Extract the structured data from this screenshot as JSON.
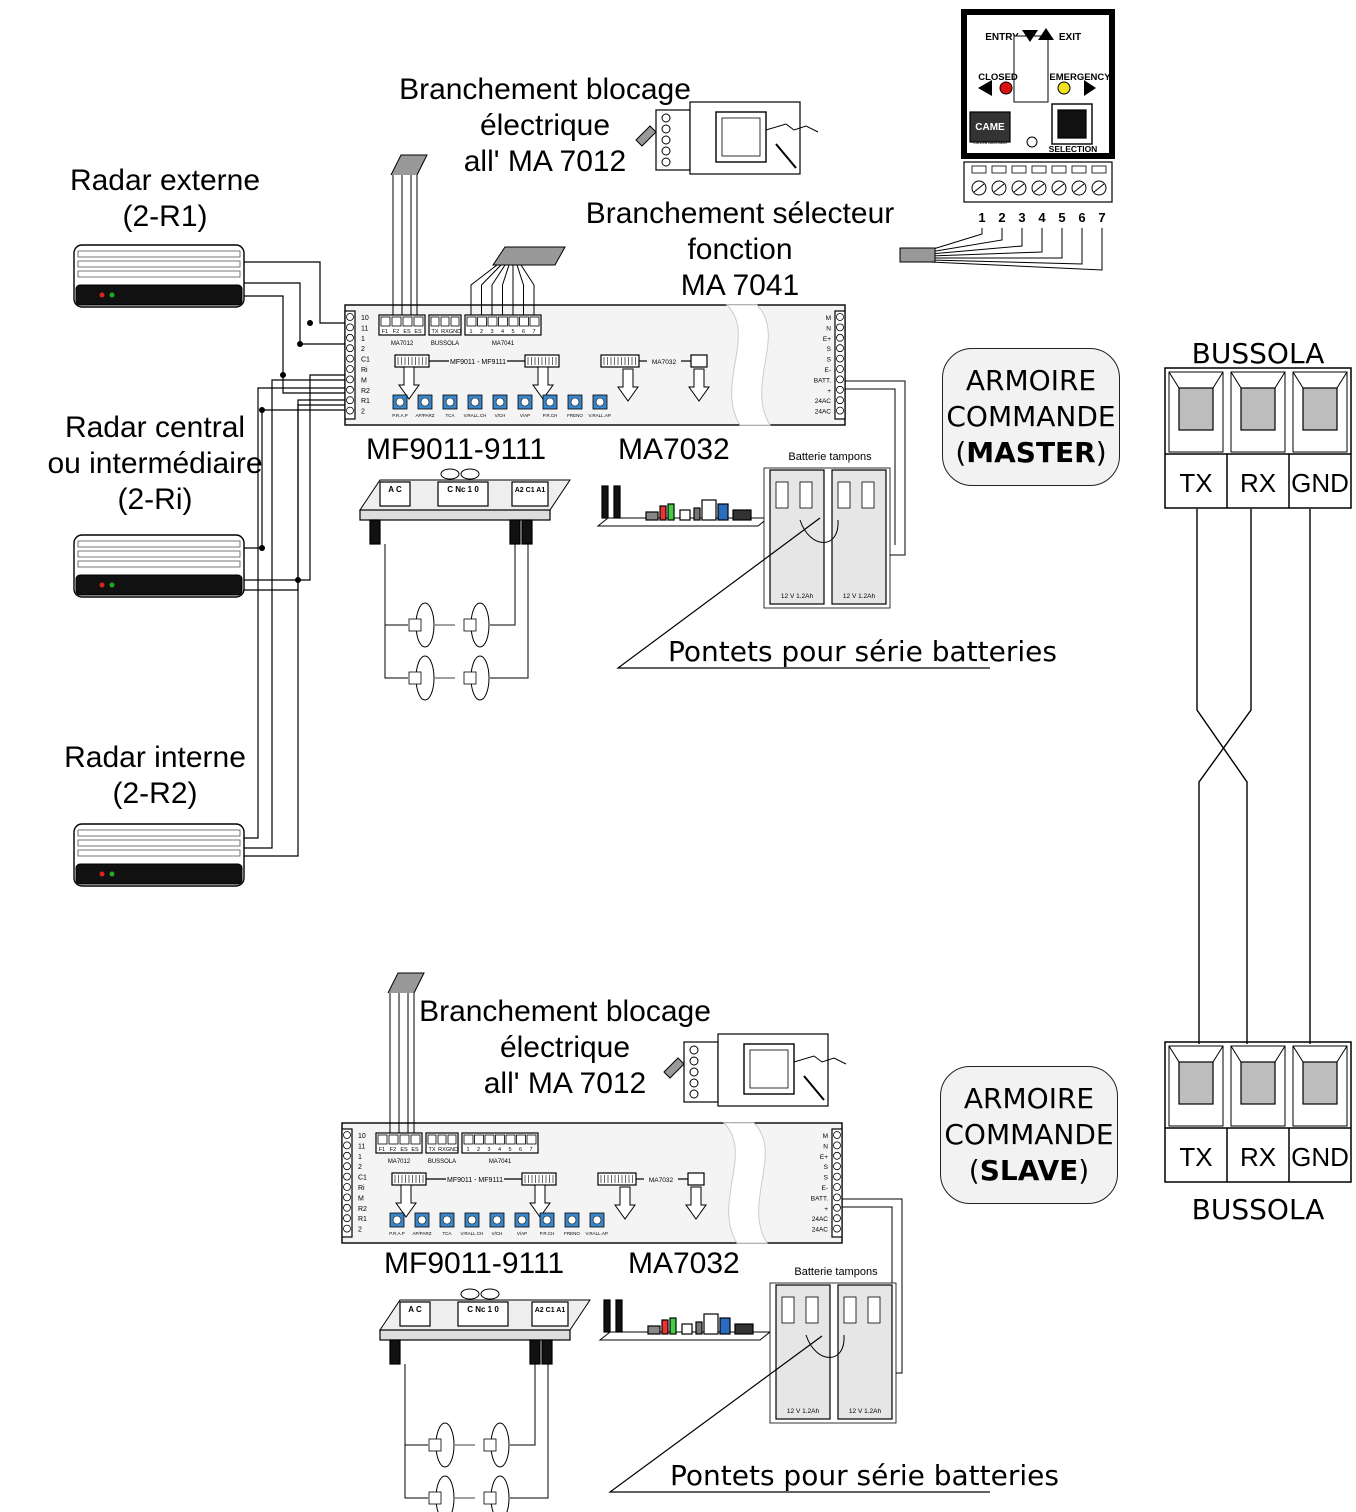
{
  "radars": {
    "externe": [
      "Radar externe",
      "(2-R1)"
    ],
    "central": [
      "Radar central",
      "ou intermédiaire",
      "(2-Ri)"
    ],
    "interne": [
      "Radar interne",
      "(2-R2)"
    ]
  },
  "master": {
    "blocage": [
      "Branchement blocage",
      "électrique",
      "all' MA 7012"
    ],
    "selecteur": [
      "Branchement sélecteur",
      "fonction",
      "MA 7041"
    ],
    "mf": "MF9011-9111",
    "ma7032": "MA7032",
    "batterie": "Batterie tampons",
    "bat_cell": "12 V 1.2Ah",
    "pontets": "Pontets pour série batteries",
    "armoire": [
      "ARMOIRE",
      "COMMANDE",
      "(",
      "MASTER",
      ")"
    ]
  },
  "slave": {
    "blocage": [
      "Branchement blocage",
      "électrique",
      "all' MA 7012"
    ],
    "mf": "MF9011-9111",
    "ma7032": "MA7032",
    "batterie": "Batterie tampons",
    "bat_cell": "12 V 1.2Ah",
    "pontets": "Pontets pour série batteries",
    "armoire": [
      "ARMOIRE",
      "COMMANDE",
      "(",
      "SLAVE",
      ")"
    ]
  },
  "bussola": {
    "top_title": "BUSSOLA",
    "bottom_title": "BUSSOLA",
    "terminals": [
      "TX",
      "RX",
      "GND"
    ]
  },
  "selector": {
    "entry": "ENTRY",
    "exit": "EXIT",
    "closed": "CLOSED",
    "emergency": "EMERGENCY",
    "selection": "SELECTION",
    "brand": "CAME",
    "brand_sub": "Cancelli Automatici",
    "terminal_numbers": [
      "1",
      "2",
      "3",
      "4",
      "5",
      "6",
      "7"
    ]
  },
  "board": {
    "left_terms": [
      "10",
      "11",
      "1",
      "2",
      "C1",
      "Ri",
      "M",
      "R2",
      "R1",
      "2"
    ],
    "right_terms": [
      "M",
      "N",
      "E+",
      "S",
      "S",
      "E-",
      "BATT.",
      "+",
      "24AC",
      "24AC"
    ],
    "ma7012_terms": [
      "F1",
      "F2",
      "ES",
      "ES"
    ],
    "ma7012": "MA7012",
    "bussola_terms": [
      "TX",
      "RX",
      "GND"
    ],
    "bussola": "BUSSOLA",
    "ma7041_terms": [
      "1",
      "2",
      "3",
      "4",
      "5",
      "6",
      "7"
    ],
    "ma7041": "MA7041",
    "mf_bus": "MF9011 - MF9111",
    "ma7032_bus": "MA7032",
    "trimmers": [
      "P.R.A.P",
      "AP/PARZ",
      "TCA",
      "V.RALL.CH",
      "V/CH",
      "V/AP",
      "P.R.CH",
      "FRENO",
      "V.RALL.AP."
    ]
  },
  "motor_board": {
    "left": "A C",
    "mid": "C Nc 1 0",
    "right": "A2 C1 A1"
  }
}
